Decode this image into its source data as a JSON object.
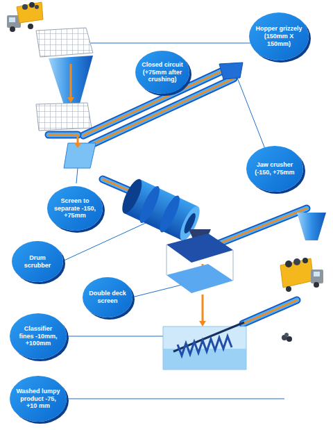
{
  "diagram": {
    "nodes": [
      {
        "text": [
          "Hopper grizzely (150mm X 150mm)"
        ]
      },
      {
        "text": [
          "Closed circuit (+75mm after crushing)"
        ]
      },
      {
        "text": [
          "Jaw crusher (-150, +75mm"
        ]
      },
      {
        "text": [
          "Screen to separate -150, +75mm"
        ]
      },
      {
        "text": [
          "Drum scrubber"
        ]
      },
      {
        "text": [
          "Double deck screen"
        ]
      },
      {
        "text": [
          "Classifier fines -10mm, +100mm"
        ]
      },
      {
        "text": [
          "Washed lumpy product -75, +10 mm"
        ]
      }
    ]
  }
}
